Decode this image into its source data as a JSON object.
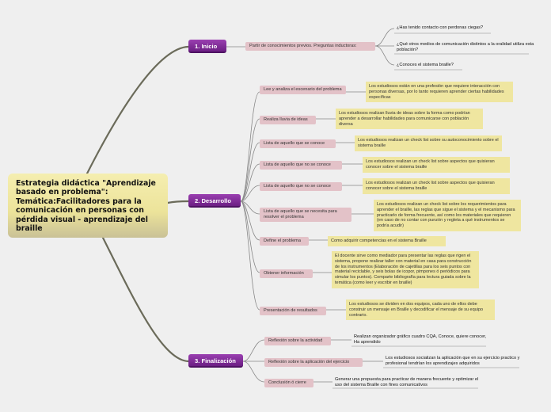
{
  "central": "Estrategia didáctica \"Aprendizaje basado en problema\": Temática:Facilitadores para la comunicación en personas con pérdida visual - aprendizaje del braille",
  "inicio": {
    "label": "1. Inicio",
    "item": "Partir de conocimientos previos. Preguntas inductoras:",
    "questions": [
      "¿Has tenido contacto con perdonas ciegas?",
      "¿Qué otros medios de comunicación distintos a la oralidad utiliza esta población?",
      "¿Conoces el sistema braille?"
    ]
  },
  "desarrollo": {
    "label": "2. Desarrollo",
    "items": [
      {
        "tag": "Lee y analiza el escenario del problema",
        "note": "Los estudiosos están en una profesión que requiere interacción con personas diversas, por lo tanto requieren aprender ciertas habilidades específicas"
      },
      {
        "tag": "Realiza lluvia de ideas",
        "note": "Los estudiosos realizan lluvia de ideas sobre la forma como podrían aprender a desarrollar habilidades para comunicarse con población diversa"
      },
      {
        "tag": "Lista de aquello que se conoce",
        "note": "Los estudiosos realizan un check list sobre su autoconocimiento sobre el sistema braille"
      },
      {
        "tag": "Lista de aquello que no se conoce",
        "note": "Los estudiosos realizan un check list sobre aspectos que quisieran conocer sobre el sistema braille"
      },
      {
        "tag": "Lista de aquello que no se conoce",
        "note": "Los estudiosos realizan un check list sobre aspectos que quisieran conocer sobre el sistema braille"
      },
      {
        "tag": "Lista de aquello que se necesita para resolver el problema",
        "note": "Los estudiosos realizan un check list sobre los requerimientos para aprender el braille, las reglas que sigue el sistema y el mecanismo para practicarlo de forma frecuente, así como los materiales que requieren (en caso de no contar con punzón y regleta a qué instrumentos se podría acudir)"
      },
      {
        "tag": "Define el problema",
        "note": "Como adquirir competencias en el sistema Braille"
      },
      {
        "tag": "Obtener información",
        "note": "El docente sirve como mediador para presentar las reglas que rigen el sistema, propone realizar taller con material en casa para construcción de los instrumentos (Elaboración de cajetillas para los seis puntos con material reciclable, y seis bolas de icopor, pimpones ó periódicos para simular los puntos). Comparte bibliografía para lectura guiada sobre la temática (como leer y escribir en braille)"
      },
      {
        "tag": "Presentación de resultados",
        "note": "Los estudiosos se dividen en dos equipos, cada uno de ellos debe construir un mensaje en Braille y decodificar el mensaje de su equipo contrario."
      }
    ]
  },
  "finalizacion": {
    "label": "3. Finalización",
    "items": [
      {
        "tag": "Reflexión sobre la actividad",
        "text": "Realizan organizador gráfico cuadro CQA, Conoce, quiere conocer, Ha aprendido"
      },
      {
        "tag": "Reflexión sobre la aplicación del ejercicio",
        "text": "Los estudiosos socializan la aplicación que en su ejercicio practico y profesional tendrían los aprendizajes adquiridos"
      },
      {
        "tag": "Conclusión ó cierre",
        "text": "Generar una propuesta para practicar de manera frecuente y optimizar el uso del sistema Braille con fines comunicativos"
      }
    ]
  },
  "colors": {
    "stage": "#7b2b94",
    "tag": "#e3c2c8",
    "note": "#efe6a0",
    "root": "#ece39a",
    "line": "#6b6b5a"
  }
}
